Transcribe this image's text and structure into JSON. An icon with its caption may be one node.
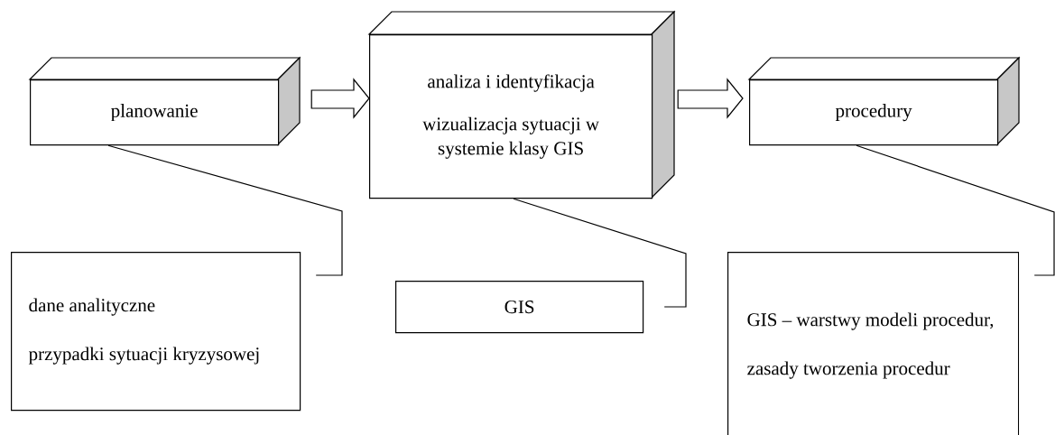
{
  "diagram": {
    "nodes": [
      {
        "text": [
          "planowanie"
        ]
      },
      {
        "text": [
          "analiza i identyfikacja",
          "wizualizacja sytuacji w systemie klasy GIS"
        ]
      },
      {
        "text": [
          "procedury"
        ]
      },
      {
        "text": [
          "dane analityczne",
          "przypadki sytuacji kryzysowej"
        ]
      },
      {
        "text": [
          "GIS"
        ]
      },
      {
        "text": [
          "GIS – warstwy modeli procedur,",
          "zasady tworzenia procedur"
        ]
      }
    ],
    "edges": [
      {
        "from": 0,
        "to": 1,
        "arrow": "to"
      },
      {
        "from": 1,
        "to": 2,
        "arrow": "to"
      },
      {
        "from": 0,
        "to": 3,
        "arrow": "none"
      },
      {
        "from": 1,
        "to": 4,
        "arrow": "none"
      },
      {
        "from": 2,
        "to": 5,
        "arrow": "none"
      }
    ]
  }
}
